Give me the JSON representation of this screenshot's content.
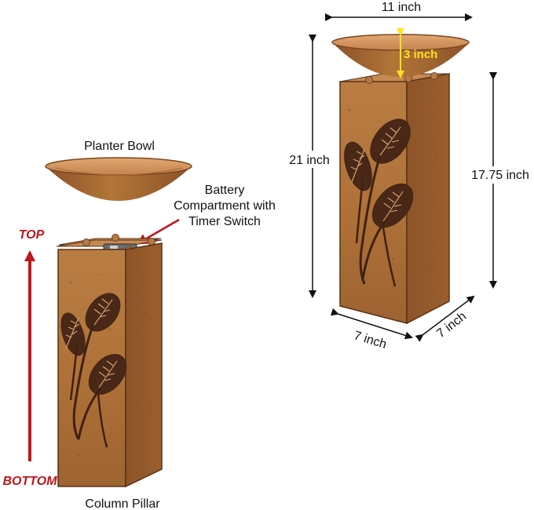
{
  "labels": {
    "planter_bowl": "Planter Bowl",
    "battery_line1": "Battery",
    "battery_line2": "Compartment with",
    "battery_line3": "Timer Switch",
    "top": "TOP",
    "bottom": "BOTTOM",
    "column_pillar": "Column Pillar"
  },
  "dimensions": {
    "bowl_width": "11 inch",
    "bowl_height": "3 inch",
    "total_height": "21 inch",
    "pillar_height": "17.75 inch",
    "depth_front": "7 inch",
    "depth_side": "7 inch"
  },
  "colors": {
    "rust_front": "#b5793f",
    "rust_side": "#94582b",
    "rust_top": "#c28a52",
    "leaf_dark": "#4a2a18",
    "arrow_red": "#c0161b",
    "text_yellow": "#ffe21f",
    "line_black": "#111111"
  }
}
